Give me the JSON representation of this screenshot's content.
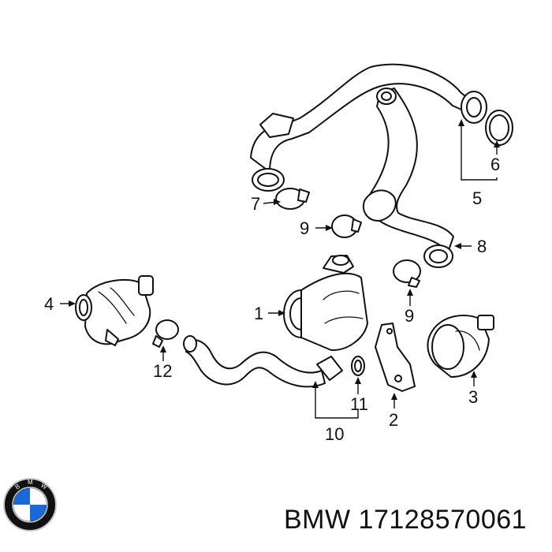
{
  "diagram": {
    "callouts": {
      "c1": "1",
      "c2": "2",
      "c3": "3",
      "c4": "4",
      "c5": "5",
      "c6": "6",
      "c7": "7",
      "c8": "8",
      "c9a": "9",
      "c9b": "9",
      "c10": "10",
      "c11": "11",
      "c12": "12"
    }
  },
  "footer": {
    "brand": "BMW",
    "part_number": "17128570061",
    "logo_icon": "bmw-roundel-icon",
    "logo_colors": {
      "blue": "#1c69d4",
      "black": "#111111",
      "white": "#ffffff",
      "silver": "#c9c9c9"
    }
  }
}
